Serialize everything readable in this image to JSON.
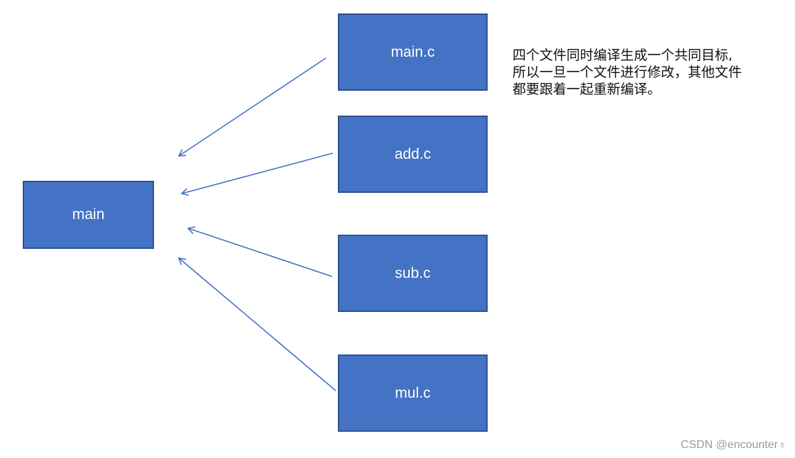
{
  "colors": {
    "node_fill": "#4472c4",
    "node_border": "#2f528f",
    "node_text": "#ffffff",
    "arrow": "#4472c4",
    "watermark": "#9a9a9a"
  },
  "nodes": {
    "main": "main",
    "main_c": "main.c",
    "add_c": "add.c",
    "sub_c": "sub.c",
    "mul_c": "mul.c"
  },
  "edges": [
    {
      "from": "main.c",
      "to": "main"
    },
    {
      "from": "add.c",
      "to": "main"
    },
    {
      "from": "sub.c",
      "to": "main"
    },
    {
      "from": "mul.c",
      "to": "main"
    }
  ],
  "note": {
    "lines": [
      "四个文件同时编译生成一个共同目标,",
      "所以一旦一个文件进行修改，其他文件",
      "都要跟着一起重新编译。"
    ]
  },
  "watermark": "CSDN @encounter♁"
}
